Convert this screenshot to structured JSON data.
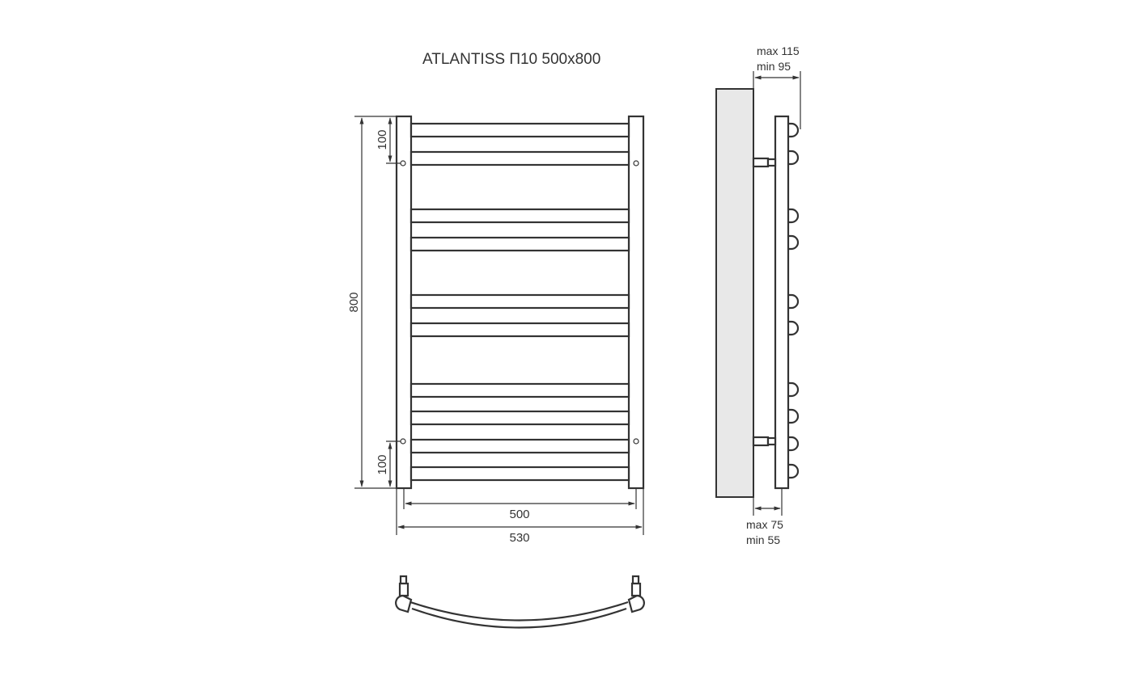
{
  "title": "ATLANTISS П10 500x800",
  "front_view": {
    "dim_height_total": "800",
    "dim_top_offset": "100",
    "dim_bottom_offset": "100",
    "dim_axis_width": "500",
    "dim_total_width": "530",
    "rail_count": 10
  },
  "side_view": {
    "dim_top_max": "max 115",
    "dim_top_min": "min 95",
    "dim_bottom_max": "max 75",
    "dim_bottom_min": "min 55"
  },
  "colors": {
    "line": "#333333",
    "wall": "#e8e8e8",
    "background": "#ffffff"
  }
}
